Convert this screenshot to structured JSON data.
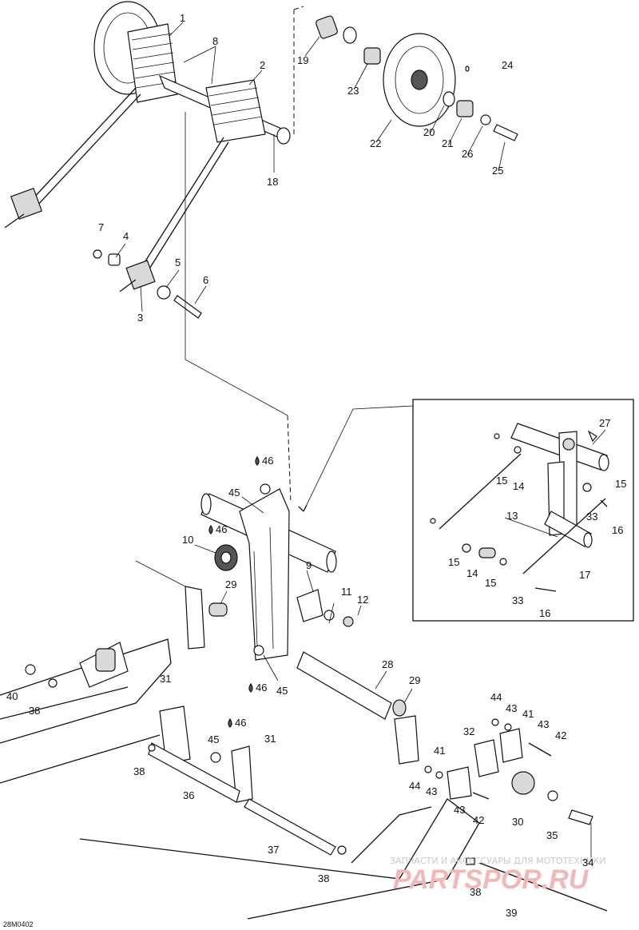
{
  "diagram_id": "28M0402",
  "watermark": {
    "line": "ЗАПЧАСТИ И АКСЕССУАРЫ ДЛЯ МОТОТЕХНИКИ",
    "brand": "PARTSPOR.RU"
  },
  "symbols": {
    "lube": "46"
  },
  "callouts": [
    "1",
    "2",
    "3",
    "4",
    "5",
    "6",
    "7",
    "8",
    "9",
    "10",
    "11",
    "12",
    "13",
    "14",
    "15",
    "16",
    "17",
    "18",
    "19",
    "20",
    "21",
    "22",
    "23",
    "24",
    "25",
    "26",
    "27",
    "28",
    "29",
    "30",
    "31",
    "32",
    "33",
    "34",
    "35",
    "36",
    "37",
    "38",
    "39",
    "40",
    "41",
    "42",
    "43",
    "44",
    "45"
  ]
}
